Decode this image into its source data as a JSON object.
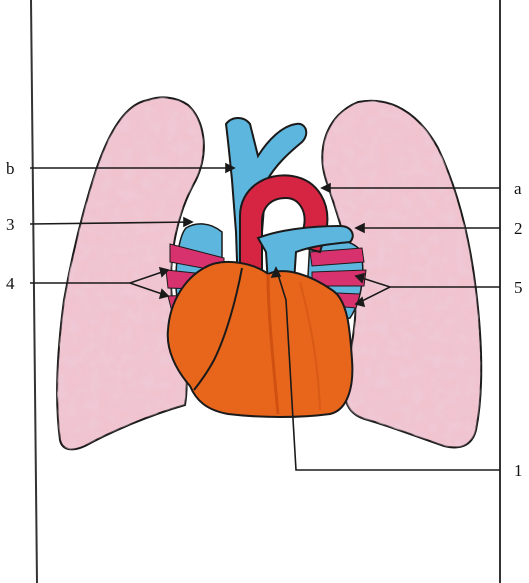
{
  "labels": {
    "a": "a",
    "b": "b",
    "n1": "1",
    "n2": "2",
    "n3": "3",
    "n4": "4",
    "n5": "5"
  },
  "colors": {
    "lung": "#f0c3cf",
    "lung_texture": "#e2a3b5",
    "artery": "#d62443",
    "vein": "#5db6de",
    "heart": "#e8661c",
    "heart_shade": "#c94b10",
    "vessel_pink": "#d8326e",
    "outline": "#1a1a1a"
  },
  "icons": {
    "left_lung": "lung-shape",
    "right_lung": "lung-shape",
    "heart": "heart-shape",
    "vena_cava": "vein-shape",
    "aortic_arch": "artery-shape"
  }
}
